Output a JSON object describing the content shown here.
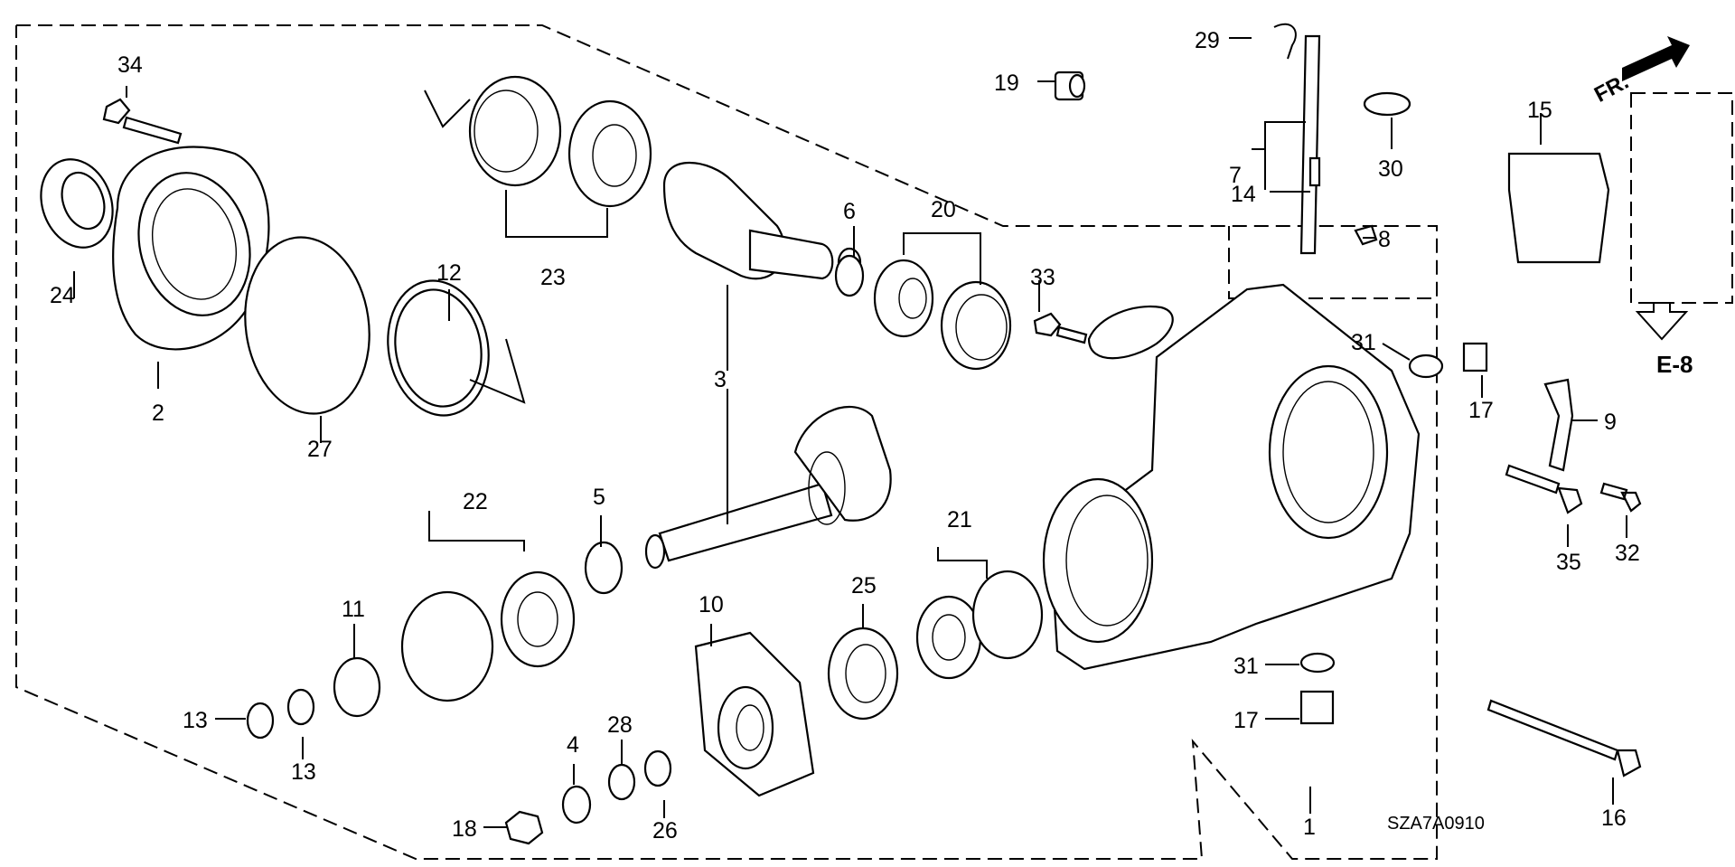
{
  "diagram": {
    "drawing_code": "SZA7A0910",
    "front_marker": "FR.",
    "section_ref": "E-8",
    "part_labels": {
      "p1": "1",
      "p2": "2",
      "p3": "3",
      "p4": "4",
      "p5": "5",
      "p6": "6",
      "p7": "7",
      "p8": "8",
      "p9": "9",
      "p10": "10",
      "p11": "11",
      "p12": "12",
      "p13a": "13",
      "p13b": "13",
      "p14": "14",
      "p15": "15",
      "p16": "16",
      "p17a": "17",
      "p17b": "17",
      "p18": "18",
      "p19": "19",
      "p20": "20",
      "p21": "21",
      "p22": "22",
      "p23": "23",
      "p24": "24",
      "p25": "25",
      "p26": "26",
      "p27": "27",
      "p28": "28",
      "p29": "29",
      "p30": "30",
      "p31a": "31",
      "p31b": "31",
      "p32": "32",
      "p33": "33",
      "p34": "34",
      "p35": "35"
    }
  }
}
